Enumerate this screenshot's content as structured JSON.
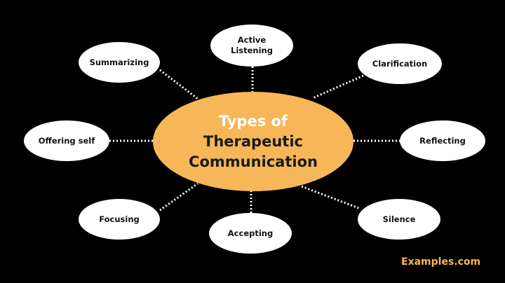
{
  "colors": {
    "background": "#000000",
    "center_fill": "#f7b657",
    "node_fill": "#ffffff",
    "connector": "#ffffff",
    "watermark": "#f7b657"
  },
  "center": {
    "line1": "Types of",
    "line2": "Therapeutic",
    "line3": "Communication"
  },
  "nodes": {
    "active_listening": "Active\nListening",
    "summarizing": "Summarizing",
    "clarification": "Clarification",
    "offering_self": "Offering self",
    "reflecting": "Reflecting",
    "focusing": "Focusing",
    "accepting": "Accepting",
    "silence": "Silence"
  },
  "watermark": "Examples.com"
}
